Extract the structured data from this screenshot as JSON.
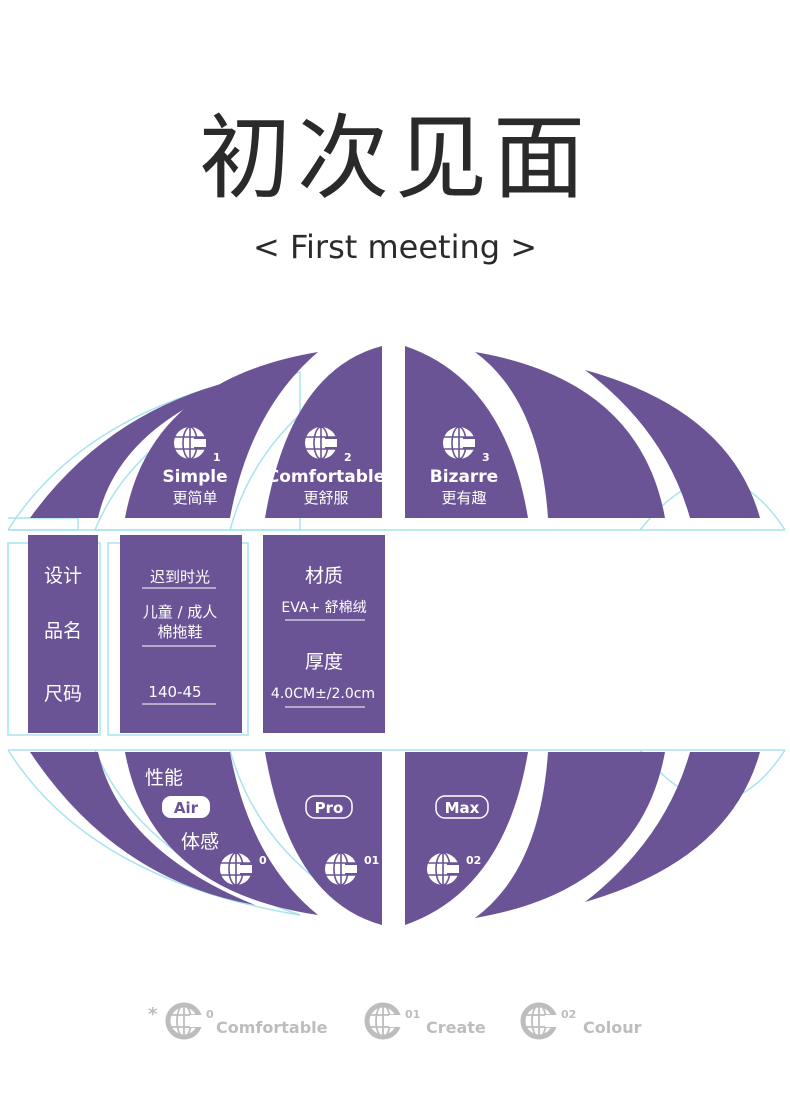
{
  "heading": {
    "title": "初次见面",
    "subtitle": "< First meeting >"
  },
  "colors": {
    "purple": "#6a5496",
    "outline": "#a8e4ee",
    "white": "#ffffff",
    "gray": "#bdbdbd"
  },
  "top_features": [
    {
      "index": "1",
      "en": "Simple",
      "cn": "更简单"
    },
    {
      "index": "2",
      "en": "Comfortable",
      "cn": "更舒服"
    },
    {
      "index": "3",
      "en": "Bizarre",
      "cn": "更有趣"
    }
  ],
  "spec": {
    "labels": [
      "设计",
      "品名",
      "尺码"
    ],
    "design": "迟到时光",
    "name_line1": "儿童 / 成人",
    "name_line2": "棉拖鞋",
    "size": "140-45",
    "material_label": "材质",
    "material": "EVA+ 舒棉绒",
    "thickness_label": "厚度",
    "thickness": "4.0CM±/2.0cm"
  },
  "performance": {
    "label_top": "性能",
    "label_bottom": "体感",
    "badges": [
      "Air",
      "Pro",
      "Max"
    ],
    "indexes": [
      "0",
      "01",
      "02"
    ]
  },
  "legend": {
    "star": "*",
    "items": [
      {
        "index": "0",
        "text": "Comfortable"
      },
      {
        "index": "01",
        "text": "Create"
      },
      {
        "index": "02",
        "text": "Colour"
      }
    ]
  }
}
